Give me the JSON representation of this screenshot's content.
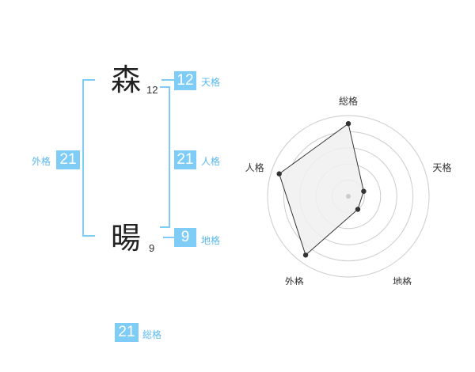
{
  "name": {
    "chars": [
      {
        "char": "森",
        "strokes": "12"
      },
      {
        "char": "暘",
        "strokes": "9"
      }
    ]
  },
  "ten": {
    "value": "12",
    "label": "天格"
  },
  "jin": {
    "value": "21",
    "label": "人格"
  },
  "chi": {
    "value": "9",
    "label": "地格"
  },
  "gai": {
    "value": "21",
    "label": "外格"
  },
  "sou": {
    "value": "21",
    "label": "総格"
  },
  "colors": {
    "accent": "#7fcdf7",
    "label": "#5bb8ee",
    "grid": "#cccccc",
    "fill": "#f0f0f0"
  },
  "chart_data": {
    "type": "radar",
    "axes": [
      "総格",
      "天格",
      "地格",
      "外格",
      "人格"
    ],
    "max": 5,
    "rings": 5,
    "values": [
      4.5,
      1.0,
      1.0,
      4.5,
      4.5
    ]
  }
}
